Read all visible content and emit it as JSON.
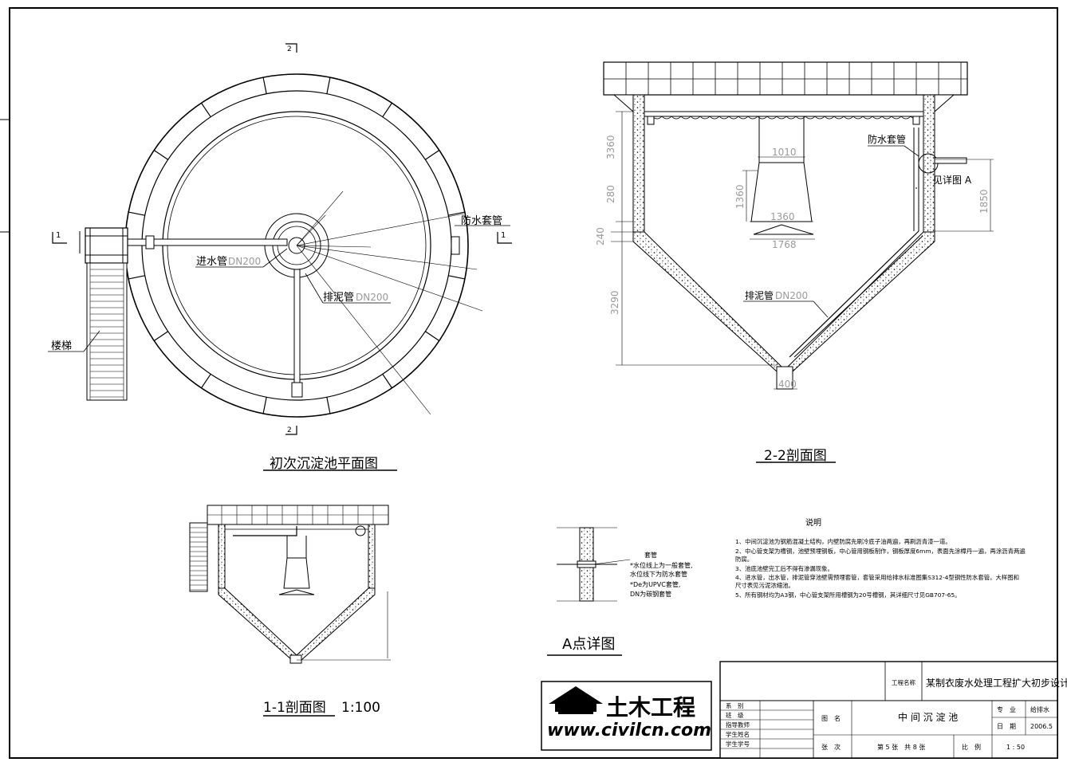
{
  "plan": {
    "title": "初次沉淀池平面图",
    "labels": {
      "inlet_pipe": "进水管",
      "inlet_dn": "DN200",
      "sludge_pipe": "排泥管",
      "sludge_dn": "DN200",
      "sleeve": "防水套管",
      "stairs": "楼梯",
      "sec1_left": "1",
      "sec1_right": "1",
      "sec2_top": "2",
      "sec2_bottom": "2"
    }
  },
  "section22": {
    "title": "2-2剖面图",
    "dims": {
      "d3360": "3360",
      "d280": "280",
      "d240": "240",
      "d3290": "3290",
      "d1010": "1010",
      "d1360v": "1360",
      "d1360h": "1360",
      "d1768": "1768",
      "d400": "400",
      "d1850": "1850"
    },
    "labels": {
      "sleeve": "防水套管",
      "detail_ref": "见详图 A",
      "sludge_pipe": "排泥管",
      "sludge_dn": "DN200"
    }
  },
  "section11": {
    "title": "1-1剖面图",
    "scale": "1:100"
  },
  "detailA": {
    "title": "A点详图",
    "note_title": "套管",
    "notes": [
      "*水位线上为一般套管,",
      "水位线下为防水套管",
      "*De为UPVC套管,",
      "DN为碳钢套管"
    ]
  },
  "notes": {
    "title": "说明",
    "items": [
      "1、中间沉淀池为钢筋混凝土结构，内壁防腐先刷冷底子油两遍，再刷沥青漆一道。",
      "2、中心管支架为槽钢，池壁预埋钢板，中心管用钢板制作，钢板厚度6mm，表面先涂樟丹一遍，再涂沥青两遍",
      "   防腐。",
      "3、池底池壁完工后不得有渗漏现象。",
      "4、进水管，出水管，排泥管穿池壁需预埋套管，套管采用给排水标准图集S312-4型钢性防水套管。大样图和",
      "   尺寸表见污泥浓缩池。",
      "5、所有钢材均为A3钢，中心管支架所用槽钢为20号槽钢，其详细尺寸见GB707-65。"
    ]
  },
  "logo": {
    "name": "土木工程",
    "url": "www.civilcn.com"
  },
  "title_block": {
    "project_label": "工程名称",
    "project_name": "某制衣废水处理工程扩大初步设计",
    "dept_label": "系　别",
    "class_label": "班　级",
    "advisor_label": "指导教师",
    "student_label": "学生姓名",
    "student_id_label": "学生学号",
    "drawing_label": "图　名",
    "drawing_name": "中 间 沉 淀 池",
    "sheet_label": "张　次",
    "sheet_value": "第 5 张　共 8 张",
    "scale_label": "比　例",
    "scale_value": "1 : 50",
    "major_label": "专　业",
    "major_value": "给排水",
    "date_label": "日　期",
    "date_value": "2006.5"
  }
}
